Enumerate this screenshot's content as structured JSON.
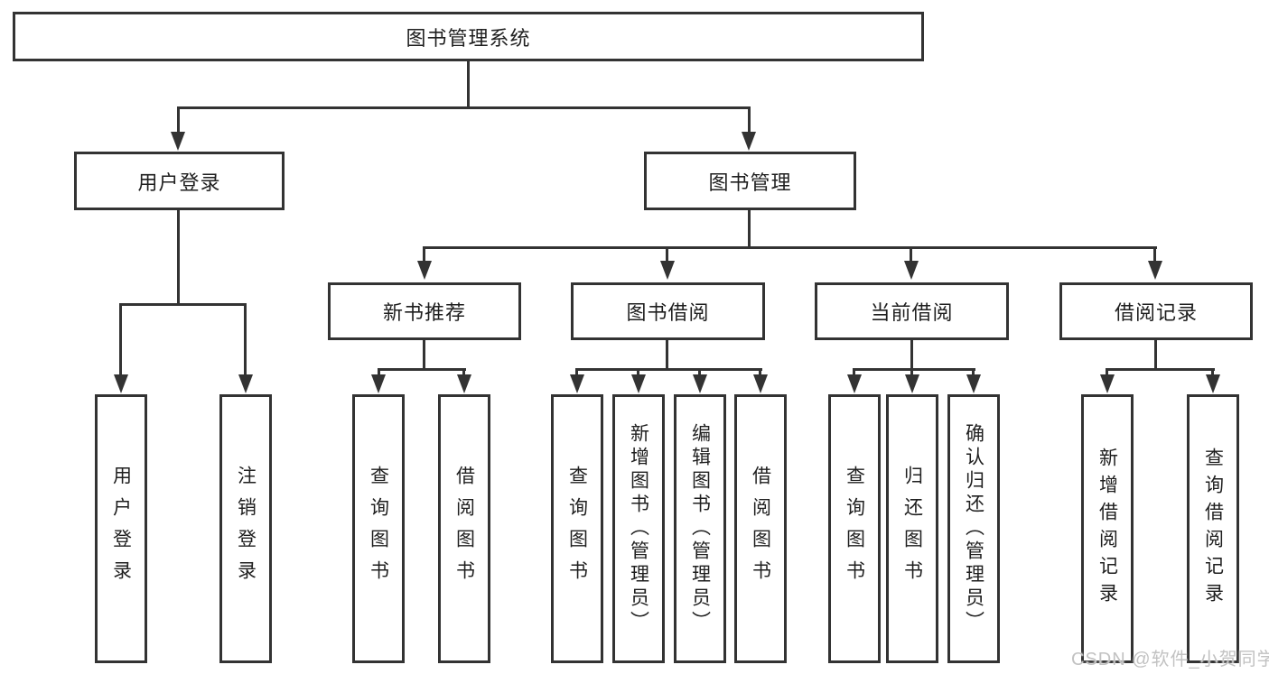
{
  "nodes": {
    "root": "图书管理系统",
    "level2": [
      "用户登录",
      "图书管理"
    ],
    "level3": [
      "新书推荐",
      "图书借阅",
      "当前借阅",
      "借阅记录"
    ],
    "leaves": [
      "用户登录",
      "注销登录",
      "查询图书",
      "借阅图书",
      "查询图书",
      "新增图书（管理员）",
      "编辑图书（管理员）",
      "借阅图书",
      "查询图书",
      "归还图书",
      "确认归还（管理员）",
      "新增借阅记录",
      "查询借阅记录"
    ]
  },
  "watermark": "CSDN @软件_小贺同学",
  "colors": {
    "line": "#333333",
    "text": "#1f1f1f",
    "background": "#ffffff",
    "watermark": "#c2c2c2"
  }
}
